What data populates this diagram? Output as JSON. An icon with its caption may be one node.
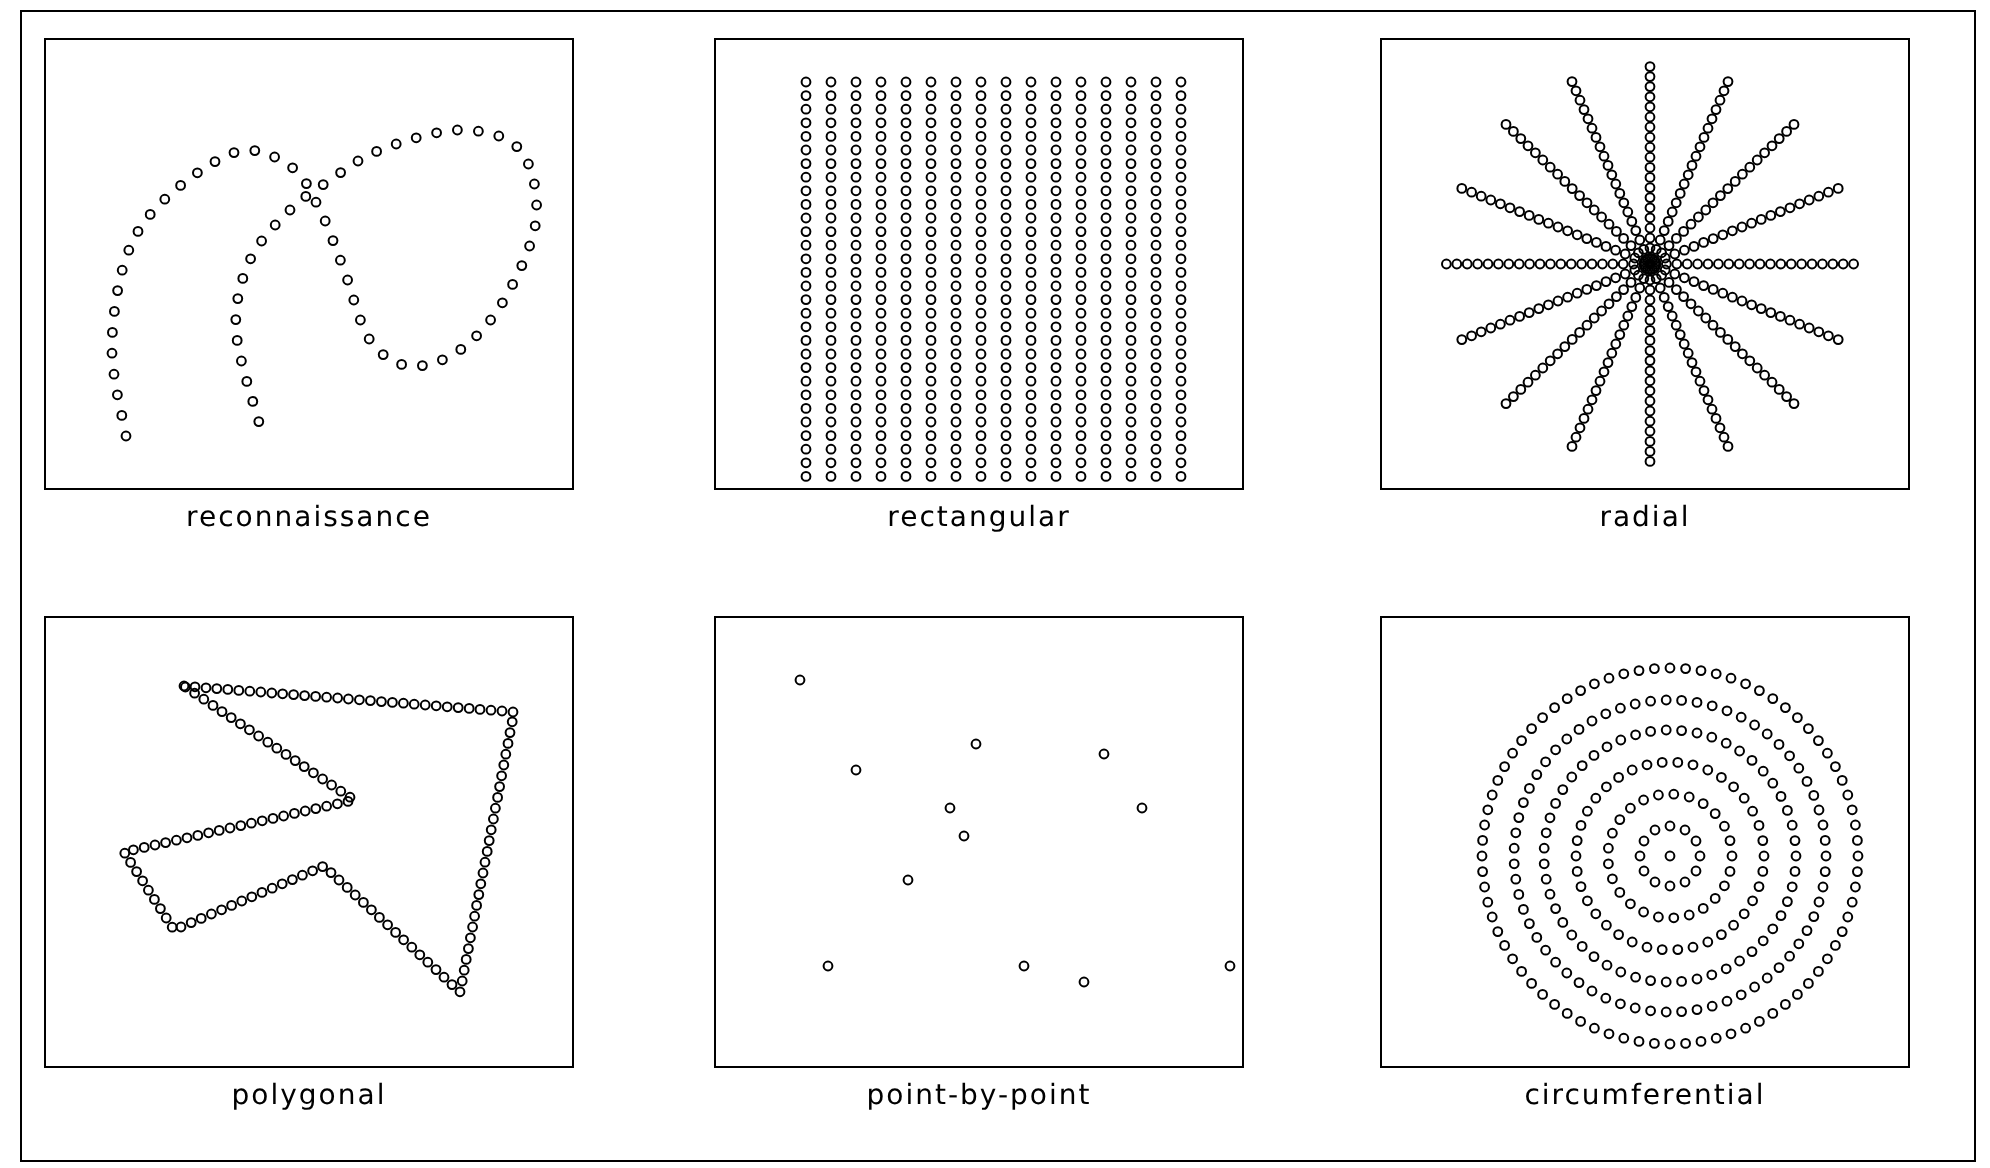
{
  "diagram": {
    "nodes": [
      {
        "text": [
          "reconnaissance"
        ]
      },
      {
        "text": [
          "rectangular"
        ]
      },
      {
        "text": [
          "radial"
        ]
      },
      {
        "text": [
          "polygonal"
        ]
      },
      {
        "text": [
          "point-by-point"
        ]
      },
      {
        "text": [
          "circumferential"
        ]
      }
    ]
  }
}
